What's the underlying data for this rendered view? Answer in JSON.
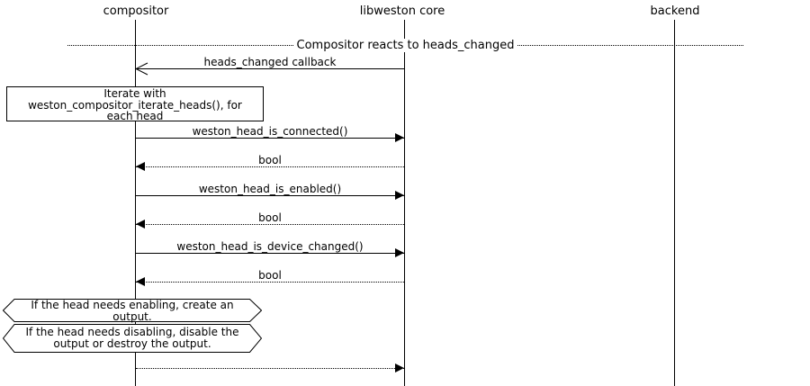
{
  "diagram": {
    "title": "Compositor reacts to heads_changed",
    "participants": [
      {
        "label": "compositor"
      },
      {
        "label": "libweston core"
      },
      {
        "label": "backend"
      }
    ],
    "note": {
      "text": "Iterate with weston_compositor_iterate_heads(), for each head",
      "lines": [
        "Iterate with",
        "weston_compositor_iterate_heads(), for",
        "each head"
      ]
    },
    "messages": [
      {
        "label": "heads_changed callback",
        "from": "libweston core",
        "to": "compositor",
        "line_style": "solid",
        "arrow": "open"
      },
      {
        "label": "weston_head_is_connected()",
        "from": "compositor",
        "to": "libweston core",
        "line_style": "solid",
        "arrow": "filled"
      },
      {
        "label": "bool",
        "from": "libweston core",
        "to": "compositor",
        "line_style": "dotted",
        "arrow": "filled"
      },
      {
        "label": "weston_head_is_enabled()",
        "from": "compositor",
        "to": "libweston core",
        "line_style": "solid",
        "arrow": "filled"
      },
      {
        "label": "bool",
        "from": "libweston core",
        "to": "compositor",
        "line_style": "dotted",
        "arrow": "filled"
      },
      {
        "label": "weston_head_is_device_changed()",
        "from": "compositor",
        "to": "libweston core",
        "line_style": "solid",
        "arrow": "filled"
      },
      {
        "label": "bool",
        "from": "libweston core",
        "to": "compositor",
        "line_style": "dotted",
        "arrow": "filled"
      },
      {
        "label": "",
        "from": "compositor",
        "to": "libweston core",
        "line_style": "dotted",
        "arrow": "filled"
      }
    ],
    "conditions": [
      {
        "text": "If the head needs enabling, create an output.",
        "lines": [
          "If the head needs enabling, create an",
          "output."
        ]
      },
      {
        "text": "If the head needs disabling, disable the output or destroy the output.",
        "lines": [
          "If the head needs disabling, disable the",
          "output or destroy the output."
        ]
      }
    ],
    "colors": {
      "line": "#000000",
      "background": "#ffffff"
    }
  }
}
